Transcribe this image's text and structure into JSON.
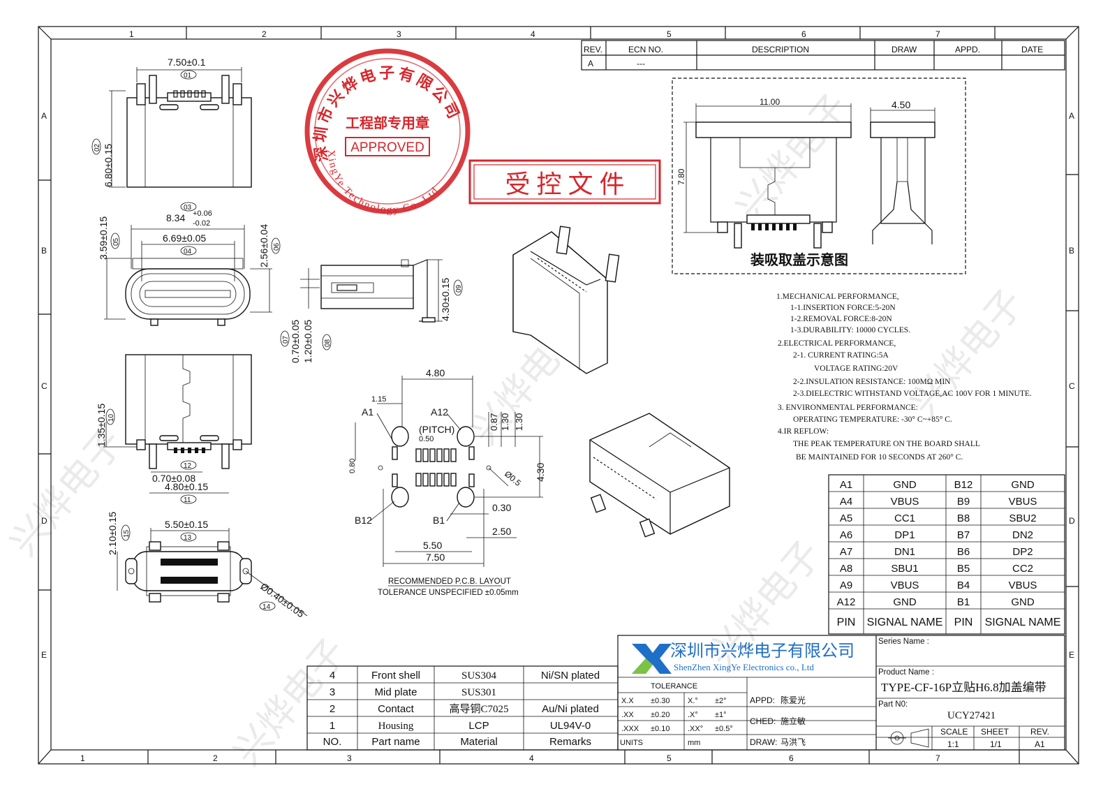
{
  "grid": {
    "columns": [
      "1",
      "2",
      "3",
      "4",
      "5",
      "6",
      "7"
    ],
    "rows": [
      "A",
      "B",
      "C",
      "D",
      "E"
    ]
  },
  "revision_table": {
    "headers": [
      "REV.",
      "ECN NO.",
      "DESCRIPTION",
      "DRAW",
      "APPD.",
      "DATE"
    ],
    "row": [
      "A",
      "---",
      "",
      "",
      "",
      ""
    ]
  },
  "stamps": {
    "seal_ring": "深圳市兴烨电子有限公司",
    "seal_en": "XingYe Technology Co.,Ltd",
    "seal_center": "工程部专用章",
    "seal_approved": "APPROVED",
    "controlled": "受 控 文 件"
  },
  "top_view": {
    "width": "7.50±0.1",
    "width_tag": "01",
    "height": "6.80±0.15",
    "height_tag": "02"
  },
  "front_view": {
    "overall": "8.34",
    "overall_plus": "+0.06",
    "overall_minus": "-0.02",
    "overall_tag": "03",
    "inner": "6.69±0.05",
    "inner_tag": "04",
    "height": "3.59±0.15",
    "height_tag": "05",
    "right": "2.56±0.04",
    "right_tag": "06"
  },
  "side_view": {
    "d1": "0.70±0.05",
    "d1_tag": "07",
    "d2": "1.20±0.05",
    "d2_tag": "08",
    "d3": "4.30±0.15",
    "d3_tag": "09"
  },
  "lower_view": {
    "d1": "1.35±0.15",
    "d1_tag": "10",
    "d2": "0.70±0.08",
    "d2_tag": "12",
    "d3": "4.80±0.15",
    "d3_tag": "11"
  },
  "bottom_view": {
    "d1": "5.50±0.15",
    "d1_tag": "13",
    "d2": "2.10±0.15",
    "d2_tag": "15",
    "d3": "Ø0.40±0.05",
    "d3_tag": "14"
  },
  "pcb_layout": {
    "labels": [
      "A1",
      "A12",
      "B12",
      "B1"
    ],
    "pitch": "(PITCH)",
    "pitch_val": "0.50",
    "dims": [
      "4.80",
      "1.15",
      "0.87",
      "1.30",
      "1.30",
      "0.80",
      "4.30",
      "Ø0.5",
      "0.30",
      "2.50",
      "5.50",
      "7.50"
    ],
    "title": "RECOMMENDED   P.C.B. LAYOUT",
    "tolerance": "TOLERANCE  UNSPECIFIED  ±0.05mm"
  },
  "cap_view": {
    "title": "装吸取盖示意图",
    "width": "11.00",
    "side": "4.50",
    "height": "7.80"
  },
  "notes": [
    "1.MECHANICAL PERFORMANCE,",
    "1-1.INSERTION FORCE:5-20N",
    "1-2.REMOVAL FORCE:8-20N",
    "1-3.DURABILITY: 10000 CYCLES.",
    "2.ELECTRICAL PERFORMANCE,",
    "2-1. CURRENT RATING:5A",
    "VOLTAGE RATING:20V",
    "2-2.INSULATION RESISTANCE: 100MΩ   MIN",
    "2-3.DIELECTRIC WITHSTAND VOLTAGE,AC 100V FOR 1 MINUTE.",
    "3. ENVIRONMENTAL PERFORMANCE:",
    "OPERATING TEMPERATURE: -30° C~+85° C.",
    "4.IR REFLOW:",
    "THE PEAK TEMPERATURE ON THE BOARD SHALL",
    "BE MAINTAINED FOR 10 SECONDS AT 260° C."
  ],
  "pin_table": {
    "rows": [
      [
        "A1",
        "GND",
        "B12",
        "GND"
      ],
      [
        "A4",
        "VBUS",
        "B9",
        "VBUS"
      ],
      [
        "A5",
        "CC1",
        "B8",
        "SBU2"
      ],
      [
        "A6",
        "DP1",
        "B7",
        "DN2"
      ],
      [
        "A7",
        "DN1",
        "B6",
        "DP2"
      ],
      [
        "A8",
        "SBU1",
        "B5",
        "CC2"
      ],
      [
        "A9",
        "VBUS",
        "B4",
        "VBUS"
      ],
      [
        "A12",
        "GND",
        "B1",
        "GND"
      ]
    ],
    "header": [
      "PIN",
      "SIGNAL NAME",
      "PIN",
      "SIGNAL NAME"
    ]
  },
  "bom": {
    "rows": [
      [
        "4",
        "Front shell",
        "SUS304",
        "Ni/SN plated"
      ],
      [
        "3",
        "Mid plate",
        "SUS301",
        ""
      ],
      [
        "2",
        "Contact",
        "高导铜C7025",
        "Au/Ni plated"
      ],
      [
        "1",
        "Housing",
        "LCP",
        "UL94V-0"
      ]
    ],
    "header": [
      "NO.",
      "Part name",
      "Material",
      "Remarks"
    ]
  },
  "title_block": {
    "company_cn": "深圳市兴烨电子有限公司",
    "company_en": "ShenZhen XingYe Electronics co., Ltd",
    "tolerance_label": "TOLERANCE",
    "tolerances": [
      [
        "X.X",
        "±0.30",
        "X.°",
        "±2°"
      ],
      [
        ".XX",
        "±0.20",
        ".X°",
        "±1°"
      ],
      [
        ".XXX",
        "±0.10",
        ".XX°",
        "±0.5°"
      ]
    ],
    "units_label": "UNITS",
    "units": "mm",
    "appd_label": "APPD:",
    "appd": "陈爱光",
    "ched_label": "CHED:",
    "ched": "施立敏",
    "draw_label": "DRAW:",
    "draw": "马洪飞",
    "series_label": "Series Name :",
    "product_label": "Product Name :",
    "product": "TYPE-CF-16P立贴H6.8加盖编带",
    "part_label": "Part N0:",
    "part": "UCY27421",
    "scale_label": "SCALE",
    "scale": "1:1",
    "sheet_label": "SHEET",
    "sheet": "1/1",
    "rev_label": "REV.",
    "rev": "A1"
  },
  "watermark": "兴烨电子",
  "colors": {
    "seal_red": "#d6262b",
    "logo_blue": "#1f6fc8",
    "logo_green": "#7cc243"
  }
}
